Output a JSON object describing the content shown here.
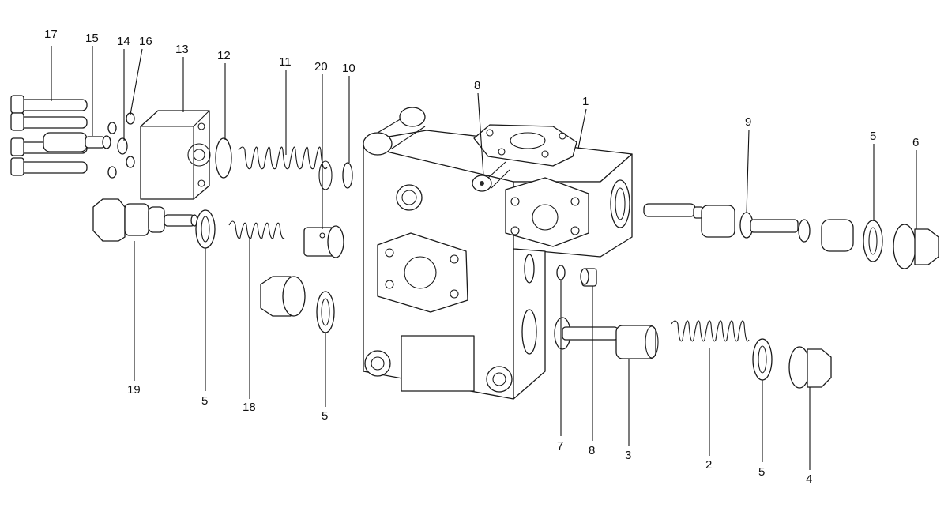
{
  "callouts": {
    "c17": "17",
    "c15": "15",
    "c14": "14",
    "c16": "16",
    "c13": "13",
    "c12": "12",
    "c11": "11",
    "c20": "20",
    "c10": "10",
    "c8a": "8",
    "c1": "1",
    "c9": "9",
    "c5a": "5",
    "c6": "6",
    "c19": "19",
    "c5b": "5",
    "c18": "18",
    "c5c": "5",
    "c7": "7",
    "c8b": "8",
    "c3": "3",
    "c2": "2",
    "c5d": "5",
    "c4": "4"
  },
  "colors": {
    "line": "#1a1a1a",
    "background": "#ffffff"
  }
}
